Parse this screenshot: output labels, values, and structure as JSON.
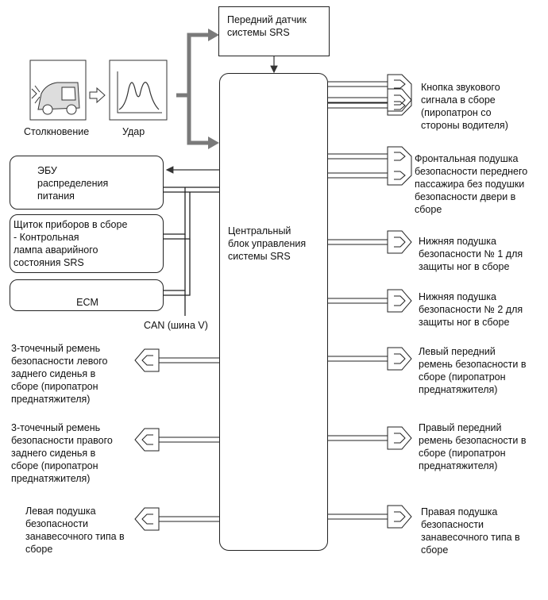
{
  "front_sensor": "Передний датчик\nсистемы SRS",
  "collision_label": "Столкновение",
  "impact_label": "Удар",
  "ecu_power": "ЭБУ\nраспределения\nпитания",
  "meter": "Щиток приборов в сборе\n- Контрольная\nлампа аварийного\nсостояния SRS",
  "ecm": "ECM",
  "can_label": "CAN (шина V)",
  "center_unit": "Центральный\nблок управления\nсистемы SRS",
  "right_items": [
    "Кнопка звукового\nсигнала в сборе\n(пиропатрон со\nстороны водителя)",
    "Фронтальная подушка\nбезопасности переднего\nпассажира без подушки\nбезопасности двери в\nсборе",
    "Нижняя подушка\nбезопасности № 1 для\nзащиты ног в сборе",
    "Нижняя подушка\nбезопасности № 2 для\nзащиты ног в сборе",
    "Левый передний\nремень безопасности в\nсборе (пиропатрон\nпреднатяжителя)",
    "Правый передний\nремень безопасности в\nсборе (пиропатрон\nпреднатяжителя)",
    "Правая подушка\nбезопасности\nзанавесочного типа в\nсборе"
  ],
  "left_items": [
    "3-точечный ремень\nбезопасности левого\nзаднего сиденья в\nсборе (пиропатрон\nпреднатяжителя)",
    "3-точечный ремень\nбезопасности правого\nзаднего сиденья в\nсборе (пиропатрон\nпреднатяжителя)",
    "Левая подушка\nбезопасности\nзанавесочного типа в\nсборе"
  ]
}
